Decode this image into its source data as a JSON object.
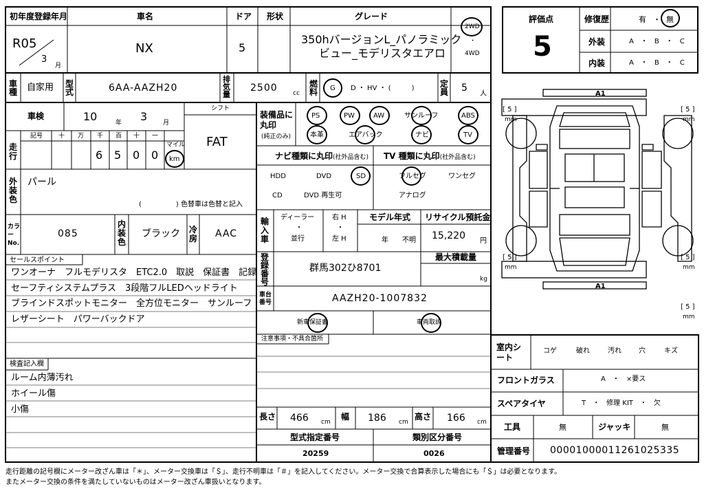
{
  "header": {
    "reg_year_label": "初年度登録年月",
    "reg_year": "R05",
    "reg_month": "3",
    "month_unit": "月",
    "car_name_label": "車名",
    "car_name": "NX",
    "doors_label": "ドア",
    "doors": "5",
    "shape_label": "形状",
    "grade_label": "グレード",
    "grade_line1": "350hバージョンL_パノラミック",
    "grade_line2": "ビュー_モデリスタエアロ",
    "drive_2wd": "2WD",
    "drive_dot": "・",
    "drive_4wd": "4WD"
  },
  "evaluation": {
    "score_label": "評価点",
    "score": "5",
    "repair_label": "修復歴",
    "repair_yes": "有",
    "repair_dot": "・",
    "repair_no": "無",
    "exterior_label": "外装",
    "interior_label": "内装",
    "grades": "A　・　B　・　C"
  },
  "row2": {
    "usage_label": "車種",
    "usage": "自家用",
    "model_label": "型式",
    "model": "6AA-AAZH20",
    "displacement_label": "排気量",
    "displacement": "2500",
    "cc": "cc",
    "fuel_label": "燃料",
    "fuel_g": "G",
    "fuel_options": "D ・ HV ・ (　　　)",
    "capacity_label": "定員",
    "capacity": "5",
    "person_unit": "人"
  },
  "inspection": {
    "label": "車検",
    "year": "10",
    "year_unit": "年",
    "month": "3",
    "month_unit": "月",
    "shift_label": "シフト",
    "shift": "FAT"
  },
  "mileage": {
    "label": "走行",
    "sign_label": "記号",
    "digit_labels": [
      "十",
      "万",
      "千",
      "百",
      "十",
      "一"
    ],
    "digits": [
      "6",
      "5",
      "0",
      "0"
    ],
    "mile_label": "マイル",
    "km_label": "km"
  },
  "color": {
    "label": "外装色",
    "value": "パール",
    "change_note": "(　　　　　) 色替車は色替と記入",
    "code_label": "カラーNo.",
    "code": "085",
    "interior_color_label": "内装色",
    "interior_color": "ブラック",
    "ac_label": "冷房",
    "ac": "AAC"
  },
  "equipment": {
    "label": "装備品に丸印",
    "label_sub": "(純正のみ)",
    "items": [
      "PS",
      "PW",
      "AW",
      "サンルーフ",
      "ABS",
      "本革",
      "エアバック",
      "ナビ",
      "TV"
    ]
  },
  "navi": {
    "label": "ナビ種類に丸印",
    "sub": "(社外品含む)",
    "opts": [
      "HDD",
      "DVD",
      "SD",
      "CD",
      "DVD 再生可"
    ]
  },
  "tv": {
    "label": "TV 種類に丸印",
    "sub": "(社外品含む)",
    "opts": [
      "フルセグ",
      "ワンセグ",
      "アナログ"
    ]
  },
  "import": {
    "label": "輸入車",
    "dealer": "ディーラー",
    "dot": "・",
    "parallel": "並行",
    "rh": "右 H",
    "lh": "左 H",
    "model_year_label": "モデル年式",
    "year_unit": "年",
    "unknown": "不明",
    "recycle_label": "リサイクル預託金",
    "recycle": "15,220",
    "yen": "円"
  },
  "registration": {
    "label": "登録番号",
    "number": "群馬302ひ8701",
    "max_load_label": "最大積載量",
    "kg": "kg",
    "chassis_label": "車台番号",
    "chassis": "AAZH20-1007832",
    "warranty": "新車保証書",
    "manual": "車両取説"
  },
  "sales": {
    "label": "セールスポイント",
    "lines": [
      "ワンオーナ　フルモデリスタ　ETC2.0　取説　保証書　記録",
      "セーフティシステムプラス　3段階フルLEDヘッドライト",
      "ブラインドスポットモニター　全方位モニター　サンルーフ",
      "レザーシート　パワーバックドア"
    ]
  },
  "notes": {
    "label": "注意事項・不具合箇所"
  },
  "check": {
    "label": "検査記入欄",
    "lines": [
      "ルーム内薄汚れ",
      "ホイール傷",
      "小傷"
    ]
  },
  "dimensions": {
    "length_label": "長さ",
    "length": "466",
    "width_label": "幅",
    "width": "186",
    "height_label": "高さ",
    "height": "166",
    "cm": "cm",
    "type_cert_label": "型式指定番号",
    "type_cert": "20259",
    "class_label": "類別区分番号",
    "class_no": "0026"
  },
  "interior": {
    "seat_label": "室内シート",
    "seat_opts": [
      "コゲ",
      "破れ",
      "汚れ",
      "穴",
      "キズ"
    ],
    "glass_label": "フロントガラス",
    "glass_opts": "A　・　×要ス",
    "spare_label": "スペアタイヤ",
    "spare_opts": "T　・　修理 KIT　・　欠",
    "tools_label": "工具",
    "tools": "無",
    "jack_label": "ジャッキ",
    "jack": "無",
    "mgmt_label": "管理番号",
    "mgmt": "00001000011261025335"
  },
  "diagram": {
    "a1_top": "A1",
    "a1_bottom": "A1",
    "five": "5",
    "mm": "mm"
  },
  "footer": {
    "line1": "走行距離の記号欄にメーター改ざん車は「＊」、メーター交換車は「＄」、走行不明車は「＃」を記入してください。メーター交換で合算表示した場合にも「＄」は必要となります。",
    "line2": "またメーター交換の条件を満たしていないものはメーター改ざん車扱いとなります。"
  }
}
